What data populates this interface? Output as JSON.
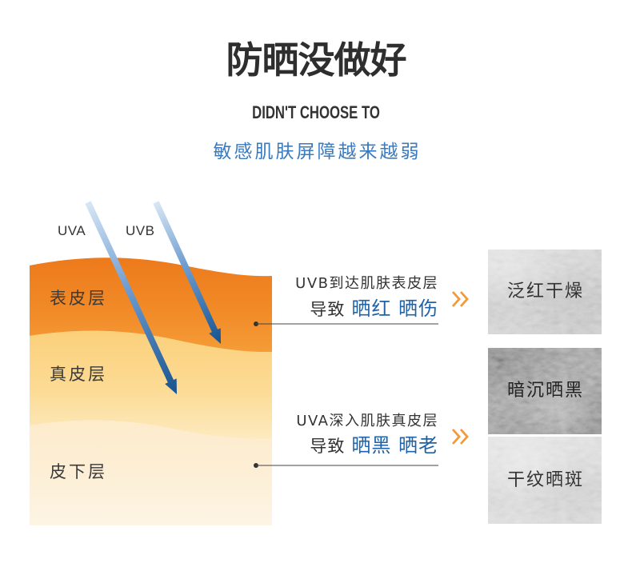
{
  "header": {
    "title": "防晒没做好",
    "subtitle_en": "DIDN'T CHOOSE TO",
    "subtitle_cn": "敏感肌肤屏障越来越弱"
  },
  "rays": [
    {
      "label": "UVA"
    },
    {
      "label": "UVB"
    }
  ],
  "layers": [
    {
      "label": "表皮层"
    },
    {
      "label": "真皮层"
    },
    {
      "label": "皮下层"
    }
  ],
  "effects": [
    {
      "reach": "UVB到达肌肤表皮层",
      "prefix": "导致",
      "result": "晒红 晒伤"
    },
    {
      "reach": "UVA深入肌肤真皮层",
      "prefix": "导致",
      "result": "晒黑 晒老"
    }
  ],
  "symptoms": [
    {
      "label": "泛红干燥"
    },
    {
      "label": "暗沉晒黑"
    },
    {
      "label": "干纹晒斑"
    }
  ],
  "icons": {
    "effect_pointer": "double-chevron-right-icon",
    "ray": "arrow-down-right-icon"
  },
  "colors": {
    "text_dark": "#333333",
    "accent_blue": "#1f63a6",
    "subtitle_blue": "#3a7bbf",
    "chevron_orange": "#f29a3a",
    "epidermis": "#f18a27",
    "dermis": "#fcdb95",
    "subcutis": "#fdefd6"
  }
}
